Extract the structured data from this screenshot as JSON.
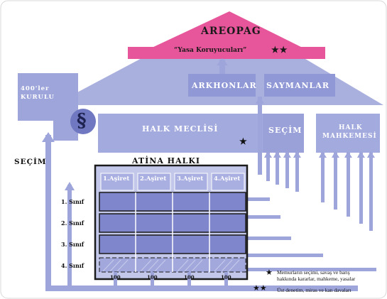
{
  "areopag": {
    "title": "AREOPAG",
    "subtitle": "“Yasa Koruyucuları”",
    "stars": "★★"
  },
  "council": {
    "line1": "400'ler",
    "line2": "KURULU"
  },
  "arkhonlar": "ARKHONLAR",
  "saymanlar": "SAYMANLAR",
  "halk_meclisi": {
    "label": "HALK MECLİSİ",
    "star": "★"
  },
  "secim_box": "SEÇİM",
  "halk_mahkemesi": {
    "line1": "HALK",
    "line2": "MAHKEMESİ"
  },
  "secim_left": "SEÇİM",
  "section_icon": "§",
  "atina": {
    "title": "ATİNA HALKI",
    "tribes": [
      "1.Aşiret",
      "2.Aşiret",
      "3.Aşiret",
      "4.Aşiret"
    ],
    "classes": [
      "1. Sınıf",
      "2. Sınıf",
      "3. Sınıf",
      "4. Sınıf"
    ],
    "counts": [
      "100",
      "100",
      "100",
      "100"
    ]
  },
  "legend": [
    {
      "symbol": "★",
      "text_line1": "Memurların seçimi, savaş ve barış",
      "text_line2": "hakkında kararlar, mahkeme, yasalar"
    },
    {
      "symbol": "★★",
      "text_line1": "Üst denetim, miras ve kan davaları",
      "text_line2": ""
    }
  ],
  "colors": {
    "background": "#ffffff",
    "structure": "#9fa6d8",
    "structure_dark": "#7c84c4",
    "areopag_pink": "#e7559a",
    "cell_fill": "#8188cc",
    "frame": "#1b1b1b"
  }
}
